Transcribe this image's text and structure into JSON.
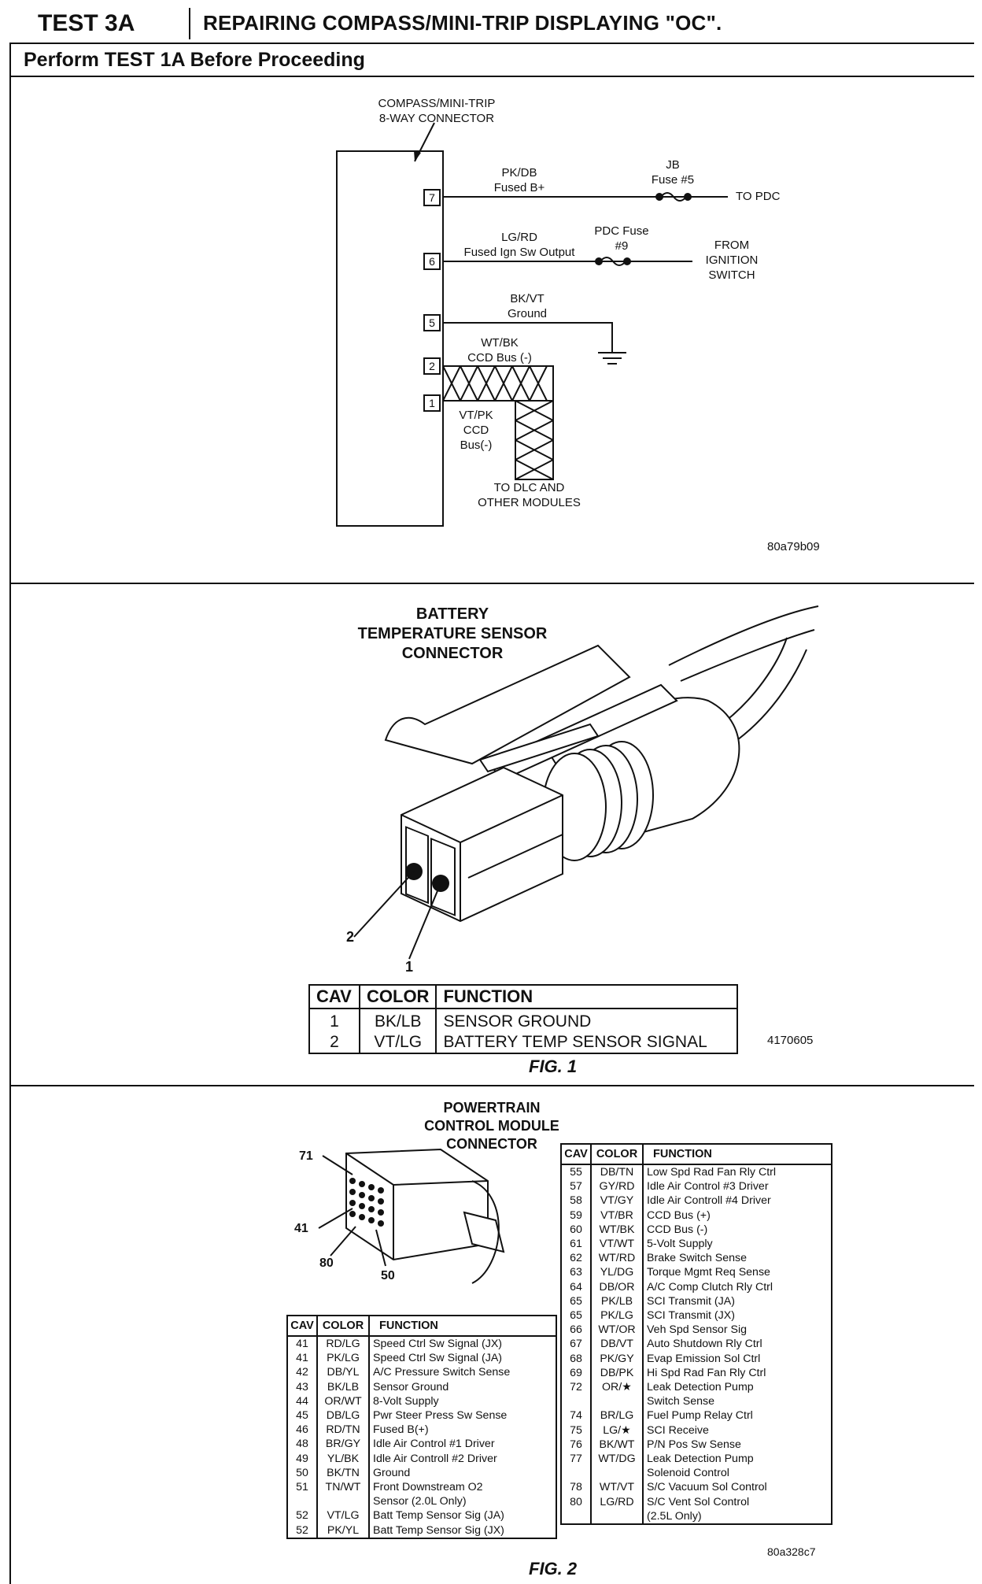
{
  "header": {
    "test_id": "TEST 3A",
    "title": "REPAIRING COMPASS/MINI-TRIP DISPLAYING \"OC\".",
    "subtitle": "Perform TEST 1A Before Proceeding"
  },
  "diagram1": {
    "connector_label": "COMPASS/MINI-TRIP\n8-WAY CONNECTOR",
    "pins": [
      "7",
      "6",
      "5",
      "2",
      "1"
    ],
    "wire7": "PK/DB\nFused B+",
    "jb_fuse": "JB\nFuse #5",
    "to_pdc": "TO PDC",
    "wire6": "LG/RD\nFused Ign Sw Output",
    "pdc_fuse": "PDC Fuse\n#9",
    "from_ignition": "FROM\nIGNITION\nSWITCH",
    "wire5": "BK/VT\nGround",
    "wire2": "WT/BK\nCCD Bus (-)",
    "wire1": "VT/PK\nCCD\nBus(-)",
    "to_dlc": "TO DLC AND\nOTHER MODULES",
    "code": "80a79b09"
  },
  "diagram2": {
    "title": "BATTERY\nTEMPERATURE SENSOR\nCONNECTOR",
    "callout_2": "2",
    "callout_1": "1",
    "table": {
      "headers": [
        "CAV",
        "COLOR",
        "FUNCTION"
      ],
      "rows": [
        [
          "1",
          "BK/LB",
          "SENSOR GROUND"
        ],
        [
          "2",
          "VT/LG",
          "BATTERY TEMP SENSOR SIGNAL"
        ]
      ]
    },
    "code": "4170605",
    "fig": "FIG. 1"
  },
  "diagram3": {
    "title": "POWERTRAIN\nCONTROL MODULE\nCONNECTOR",
    "callouts": [
      "71",
      "41",
      "80",
      "50"
    ],
    "left_table": {
      "headers": [
        "CAV",
        "COLOR",
        "FUNCTION"
      ],
      "rows": [
        [
          "41",
          "RD/LG",
          "Speed Ctrl Sw Signal (JX)"
        ],
        [
          "41",
          "PK/LG",
          "Speed Ctrl Sw Signal (JA)"
        ],
        [
          "42",
          "DB/YL",
          "A/C Pressure Switch Sense"
        ],
        [
          "43",
          "BK/LB",
          "Sensor Ground"
        ],
        [
          "44",
          "OR/WT",
          "8-Volt Supply"
        ],
        [
          "45",
          "DB/LG",
          "Pwr Steer Press Sw Sense"
        ],
        [
          "46",
          "RD/TN",
          "Fused B(+)"
        ],
        [
          "48",
          "BR/GY",
          "Idle Air Control #1 Driver"
        ],
        [
          "49",
          "YL/BK",
          "Idle Air Controll #2 Driver"
        ],
        [
          "50",
          "BK/TN",
          "Ground"
        ],
        [
          "51",
          "TN/WT",
          "Front Downstream O2\n   Sensor (2.0L Only)"
        ],
        [
          "52",
          "VT/LG",
          "Batt Temp Sensor Sig (JA)"
        ],
        [
          "52",
          "PK/YL",
          "Batt Temp Sensor Sig (JX)"
        ]
      ]
    },
    "right_table": {
      "headers": [
        "CAV",
        "COLOR",
        "FUNCTION"
      ],
      "rows": [
        [
          "55",
          "DB/TN",
          "Low Spd Rad Fan Rly Ctrl"
        ],
        [
          "57",
          "GY/RD",
          "Idle Air Control #3 Driver"
        ],
        [
          "58",
          "VT/GY",
          "Idle Air Controll #4 Driver"
        ],
        [
          "59",
          "VT/BR",
          "CCD Bus (+)"
        ],
        [
          "60",
          "WT/BK",
          "CCD Bus (-)"
        ],
        [
          "61",
          "VT/WT",
          "5-Volt Supply"
        ],
        [
          "62",
          "WT/RD",
          "Brake Switch Sense"
        ],
        [
          "63",
          "YL/DG",
          "Torque Mgmt Req Sense"
        ],
        [
          "64",
          "DB/OR",
          "A/C Comp Clutch Rly Ctrl"
        ],
        [
          "65",
          "PK/LB",
          "SCI Transmit (JA)"
        ],
        [
          "65",
          "PK/LG",
          "SCI Transmit (JX)"
        ],
        [
          "66",
          "WT/OR",
          "Veh Spd Sensor Sig"
        ],
        [
          "67",
          "DB/VT",
          "Auto Shutdown Rly Ctrl"
        ],
        [
          "68",
          "PK/GY",
          "Evap Emission Sol Ctrl"
        ],
        [
          "69",
          "DB/PK",
          "Hi Spd Rad Fan Rly Ctrl"
        ],
        [
          "72",
          "OR/★",
          "Leak Detection Pump\n   Switch Sense"
        ],
        [
          "74",
          "BR/LG",
          "Fuel Pump Relay Ctrl"
        ],
        [
          "75",
          "LG/★",
          "SCI Receive"
        ],
        [
          "76",
          "BK/WT",
          "P/N Pos Sw Sense"
        ],
        [
          "77",
          "WT/DG",
          "Leak Detection Pump\n   Solenoid Control"
        ],
        [
          "78",
          "WT/VT",
          "S/C Vacuum Sol Control"
        ],
        [
          "80",
          "LG/RD",
          "S/C Vent Sol Control\n   (2.5L Only)"
        ]
      ]
    },
    "code": "80a328c7",
    "fig": "FIG. 2"
  }
}
